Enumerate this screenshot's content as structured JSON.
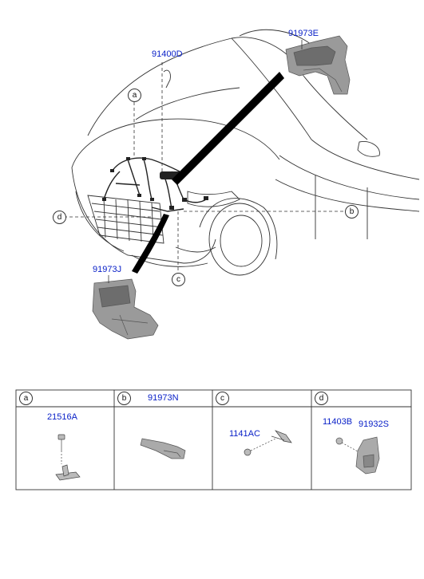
{
  "callouts": {
    "main_harness": "91400D",
    "top_right_part": "91973E",
    "left_part": "91973J",
    "ref_a": "a",
    "ref_b": "b",
    "ref_c": "c",
    "ref_d": "d"
  },
  "table": {
    "headers": [
      "a",
      "b",
      "c",
      "d"
    ],
    "header_labels": [
      "",
      "91973N",
      "",
      ""
    ],
    "cells": [
      {
        "parts": [
          "21516A"
        ]
      },
      {
        "parts": []
      },
      {
        "parts": [
          "1141AC"
        ]
      },
      {
        "parts": [
          "11403B",
          "91932S"
        ]
      }
    ]
  },
  "colors": {
    "callout": "#0a21c8",
    "line": "#333333"
  }
}
